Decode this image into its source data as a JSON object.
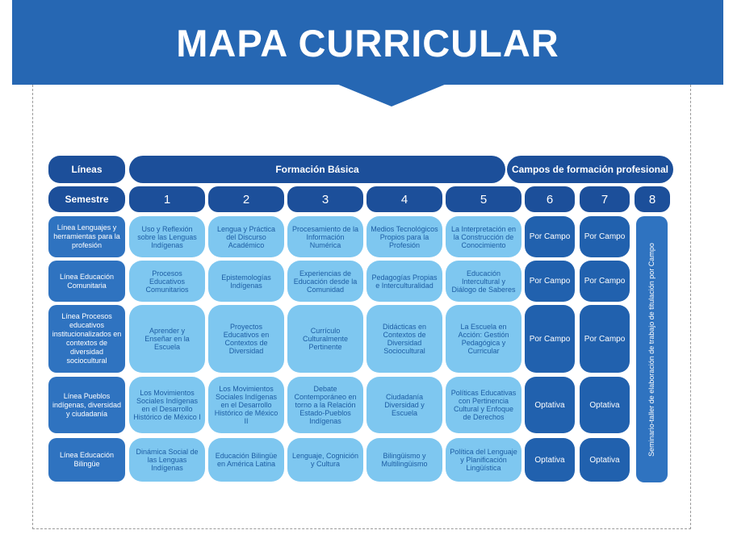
{
  "title": "MAPA CURRICULAR",
  "headers": {
    "lineas": "Líneas",
    "semestre": "Semestre",
    "formacion_basica": "Formación Básica",
    "campos": "Campos de formación profesional"
  },
  "semesters": [
    "1",
    "2",
    "3",
    "4",
    "5",
    "6",
    "7",
    "8"
  ],
  "rows": [
    {
      "linea": "Línea Lenguajes y herramientas para la profesión",
      "courses": [
        "Uso y Reflexión sobre las Lenguas Indígenas",
        "Lengua y Práctica del Discurso Académico",
        "Procesamiento de la Información Numérica",
        "Medios Tecnológicos Propios para la Profesión",
        "La Interpretación en la Construcción de Conocimiento"
      ],
      "s6": "Por Campo",
      "s7": "Por Campo"
    },
    {
      "linea": "Línea Educación Comunitaria",
      "courses": [
        "Procesos Educativos Comunitarios",
        "Epistemologías Indígenas",
        "Experiencias de Educación desde la Comunidad",
        "Pedagogías Propias e Interculturalidad",
        "Educación Intercultural y Diálogo de Saberes"
      ],
      "s6": "Por Campo",
      "s7": "Por Campo"
    },
    {
      "linea": "Línea Procesos educativos institucionalizados en contextos de diversidad sociocultural",
      "courses": [
        "Aprender y Enseñar en la Escuela",
        "Proyectos Educativos en Contextos de Diversidad",
        "Currículo Culturalmente Pertinente",
        "Didácticas en Contextos de Diversidad Sociocultural",
        "La Escuela en Acción: Gestión Pedagógica y Curricular"
      ],
      "s6": "Por Campo",
      "s7": "Por Campo"
    },
    {
      "linea": "Línea Pueblos indígenas, diversidad y ciudadanía",
      "courses": [
        "Los Movimientos Sociales Indígenas en el Desarrollo Histórico de México I",
        "Los Movimientos Sociales Indígenas en el Desarrollo Histórico de México II",
        "Debate Contemporáneo en torno a la Relación Estado-Pueblos Indígenas",
        "Ciudadanía Diversidad y Escuela",
        "Políticas Educativas con Pertinencia Cultural y Enfoque de Derechos"
      ],
      "s6": "Optativa",
      "s7": "Optativa"
    },
    {
      "linea": "Línea Educación Bilingüe",
      "courses": [
        "Dinámica Social de las Lenguas Indígenas",
        "Educación Bilingüe en América Latina",
        "Lenguaje, Cognición y Cultura",
        "Bilingüismo y Multilingüismo",
        "Política del Lenguaje y Planificación Lingüística"
      ],
      "s6": "Optativa",
      "s7": "Optativa"
    }
  ],
  "semester8": "Seminario-taller de elaboración de trabajo de titulación por Campo"
}
